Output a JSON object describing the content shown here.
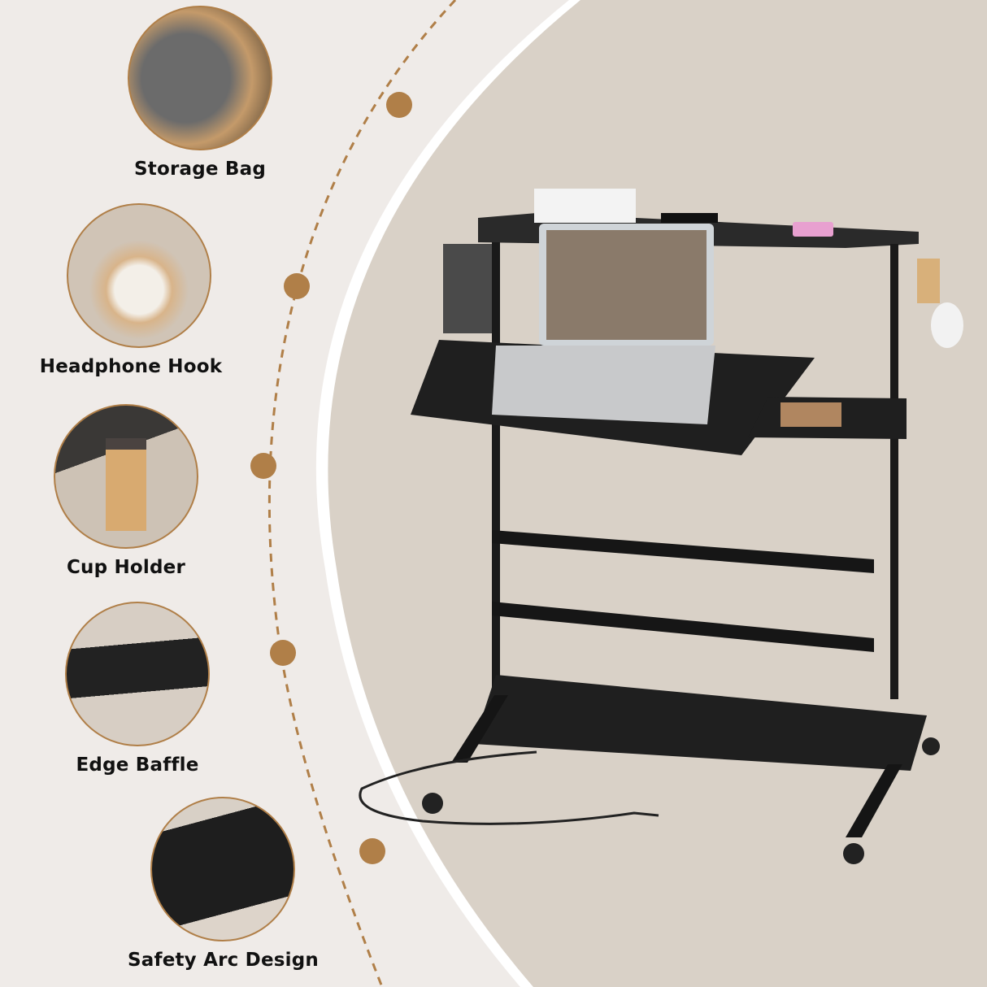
{
  "features": [
    {
      "label": "Storage Bag",
      "icon": "storage-bag-icon"
    },
    {
      "label": "Headphone Hook",
      "icon": "headphone-icon"
    },
    {
      "label": "Cup Holder",
      "icon": "cup-holder-icon"
    },
    {
      "label": "Edge Baffle",
      "icon": "edge-baffle-icon"
    },
    {
      "label": "Safety Arc Design",
      "icon": "safety-arc-icon"
    }
  ],
  "product": {
    "name": "Mobile standing desk",
    "components": [
      "top shelf",
      "power strip",
      "laptop",
      "tilting desktop",
      "mouse tray",
      "bottom shelf",
      "casters",
      "power cord"
    ]
  },
  "colors": {
    "background": "#efebe8",
    "panel": "#d9d1c7",
    "accent": "#b07f48",
    "text": "#111111",
    "desk": "#1c1c1c"
  }
}
